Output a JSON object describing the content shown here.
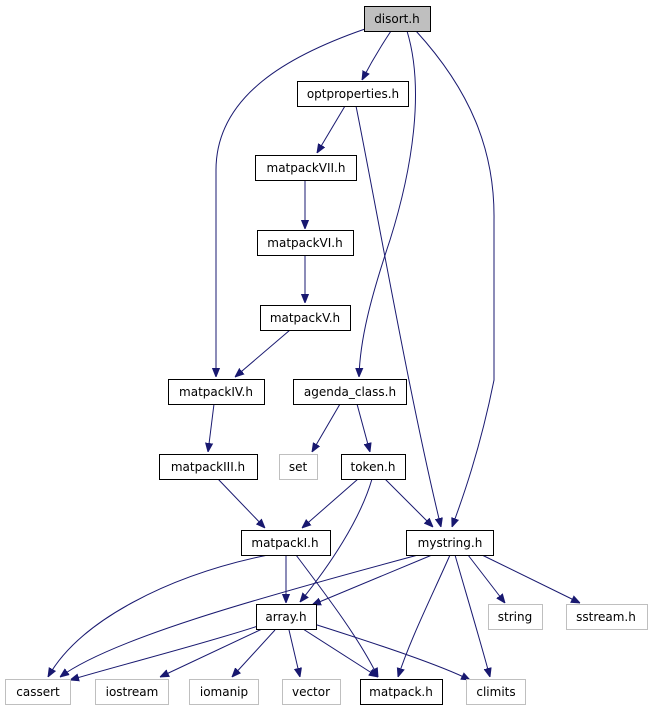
{
  "colors": {
    "edge": "#191970",
    "current_fill": "#bfbfbf",
    "internal_border": "#000000",
    "external_border": "#bfbfbf",
    "text": "#000000"
  },
  "nodes": {
    "disort": {
      "label": "disort.h",
      "kind": "current"
    },
    "optproperties": {
      "label": "optproperties.h",
      "kind": "internal"
    },
    "matpackVII": {
      "label": "matpackVII.h",
      "kind": "internal"
    },
    "matpackVI": {
      "label": "matpackVI.h",
      "kind": "internal"
    },
    "matpackV": {
      "label": "matpackV.h",
      "kind": "internal"
    },
    "matpackIV": {
      "label": "matpackIV.h",
      "kind": "internal"
    },
    "agenda_class": {
      "label": "agenda_class.h",
      "kind": "internal"
    },
    "matpackIII": {
      "label": "matpackIII.h",
      "kind": "internal"
    },
    "set": {
      "label": "set",
      "kind": "external"
    },
    "token": {
      "label": "token.h",
      "kind": "internal"
    },
    "matpackI": {
      "label": "matpackI.h",
      "kind": "internal"
    },
    "mystring": {
      "label": "mystring.h",
      "kind": "internal"
    },
    "array": {
      "label": "array.h",
      "kind": "internal"
    },
    "string": {
      "label": "string",
      "kind": "external"
    },
    "sstream": {
      "label": "sstream.h",
      "kind": "external"
    },
    "cassert": {
      "label": "cassert",
      "kind": "external"
    },
    "iostream": {
      "label": "iostream",
      "kind": "external"
    },
    "iomanip": {
      "label": "iomanip",
      "kind": "external"
    },
    "vector": {
      "label": "vector",
      "kind": "external"
    },
    "matpack": {
      "label": "matpack.h",
      "kind": "internal"
    },
    "climits": {
      "label": "climits",
      "kind": "external"
    }
  },
  "edges": [
    [
      "disort",
      "optproperties"
    ],
    [
      "disort",
      "matpackIV"
    ],
    [
      "disort",
      "agenda_class"
    ],
    [
      "disort",
      "mystring"
    ],
    [
      "optproperties",
      "matpackVII"
    ],
    [
      "optproperties",
      "mystring"
    ],
    [
      "matpackVII",
      "matpackVI"
    ],
    [
      "matpackVI",
      "matpackV"
    ],
    [
      "matpackV",
      "matpackIV"
    ],
    [
      "matpackIV",
      "matpackIII"
    ],
    [
      "matpackIII",
      "matpackI"
    ],
    [
      "agenda_class",
      "set"
    ],
    [
      "agenda_class",
      "token"
    ],
    [
      "token",
      "matpackI"
    ],
    [
      "token",
      "mystring"
    ],
    [
      "token",
      "array"
    ],
    [
      "matpackI",
      "array"
    ],
    [
      "matpackI",
      "cassert"
    ],
    [
      "matpackI",
      "matpack"
    ],
    [
      "mystring",
      "array"
    ],
    [
      "mystring",
      "string"
    ],
    [
      "mystring",
      "sstream"
    ],
    [
      "mystring",
      "cassert"
    ],
    [
      "mystring",
      "matpack"
    ],
    [
      "mystring",
      "climits"
    ],
    [
      "array",
      "cassert"
    ],
    [
      "array",
      "iostream"
    ],
    [
      "array",
      "iomanip"
    ],
    [
      "array",
      "vector"
    ],
    [
      "array",
      "matpack"
    ],
    [
      "array",
      "climits"
    ]
  ]
}
